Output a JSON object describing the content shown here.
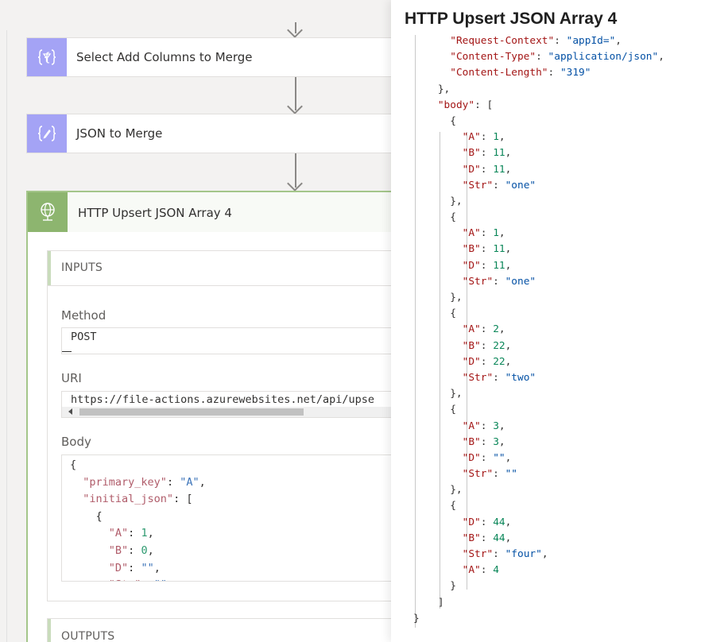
{
  "canvas": {
    "actions": [
      {
        "title": "Select Add Columns to Merge",
        "icon": "select-braces-icon"
      },
      {
        "title": "JSON to Merge",
        "icon": "compose-braces-icon"
      }
    ],
    "http_action": {
      "title": "HTTP Upsert JSON Array 4",
      "icon": "globe-icon",
      "inputs_label": "INPUTS",
      "outputs_label": "OUTPUTS",
      "method_label": "Method",
      "method_value": "POST",
      "uri_label": "URI",
      "uri_value": "https://file-actions.azurewebsites.net/api/upse",
      "body_label": "Body",
      "body_lines": [
        [
          {
            "t": "{",
            "c": "p"
          }
        ],
        [
          {
            "t": "  ",
            "c": "p"
          },
          {
            "t": "\"primary_key\"",
            "c": "ks"
          },
          {
            "t": ": ",
            "c": "p"
          },
          {
            "t": "\"A\"",
            "c": "ss"
          },
          {
            "t": ",",
            "c": "p"
          }
        ],
        [
          {
            "t": "  ",
            "c": "p"
          },
          {
            "t": "\"initial_json\"",
            "c": "ks"
          },
          {
            "t": ": [",
            "c": "p"
          }
        ],
        [
          {
            "t": "    {",
            "c": "p"
          }
        ],
        [
          {
            "t": "      ",
            "c": "p"
          },
          {
            "t": "\"A\"",
            "c": "ks"
          },
          {
            "t": ": ",
            "c": "p"
          },
          {
            "t": "1",
            "c": "ns"
          },
          {
            "t": ",",
            "c": "p"
          }
        ],
        [
          {
            "t": "      ",
            "c": "p"
          },
          {
            "t": "\"B\"",
            "c": "ks"
          },
          {
            "t": ": ",
            "c": "p"
          },
          {
            "t": "0",
            "c": "ns"
          },
          {
            "t": ",",
            "c": "p"
          }
        ],
        [
          {
            "t": "      ",
            "c": "p"
          },
          {
            "t": "\"D\"",
            "c": "ks"
          },
          {
            "t": ": ",
            "c": "p"
          },
          {
            "t": "\"\"",
            "c": "ss"
          },
          {
            "t": ",",
            "c": "p"
          }
        ],
        [
          {
            "t": "      ",
            "c": "p"
          },
          {
            "t": "\"Str\"",
            "c": "ks"
          },
          {
            "t": ": ",
            "c": "p"
          },
          {
            "t": "\"\"",
            "c": "ss"
          }
        ]
      ]
    }
  },
  "panel": {
    "title": "HTTP Upsert JSON Array 4",
    "code_lines": [
      [
        {
          "t": "      ",
          "c": "p"
        },
        {
          "t": "\"Request-Context\"",
          "c": "k"
        },
        {
          "t": ": ",
          "c": "p"
        },
        {
          "t": "\"appId=\"",
          "c": "s"
        },
        {
          "t": ",",
          "c": "p"
        }
      ],
      [
        {
          "t": "      ",
          "c": "p"
        },
        {
          "t": "\"Content-Type\"",
          "c": "k"
        },
        {
          "t": ": ",
          "c": "p"
        },
        {
          "t": "\"application/json\"",
          "c": "s"
        },
        {
          "t": ",",
          "c": "p"
        }
      ],
      [
        {
          "t": "      ",
          "c": "p"
        },
        {
          "t": "\"Content-Length\"",
          "c": "k"
        },
        {
          "t": ": ",
          "c": "p"
        },
        {
          "t": "\"319\"",
          "c": "s"
        }
      ],
      [
        {
          "t": "    },",
          "c": "p"
        }
      ],
      [
        {
          "t": "    ",
          "c": "p"
        },
        {
          "t": "\"body\"",
          "c": "k"
        },
        {
          "t": ": [",
          "c": "p"
        }
      ],
      [
        {
          "t": "      {",
          "c": "p"
        }
      ],
      [
        {
          "t": "        ",
          "c": "p"
        },
        {
          "t": "\"A\"",
          "c": "k"
        },
        {
          "t": ": ",
          "c": "p"
        },
        {
          "t": "1",
          "c": "n"
        },
        {
          "t": ",",
          "c": "p"
        }
      ],
      [
        {
          "t": "        ",
          "c": "p"
        },
        {
          "t": "\"B\"",
          "c": "k"
        },
        {
          "t": ": ",
          "c": "p"
        },
        {
          "t": "11",
          "c": "n"
        },
        {
          "t": ",",
          "c": "p"
        }
      ],
      [
        {
          "t": "        ",
          "c": "p"
        },
        {
          "t": "\"D\"",
          "c": "k"
        },
        {
          "t": ": ",
          "c": "p"
        },
        {
          "t": "11",
          "c": "n"
        },
        {
          "t": ",",
          "c": "p"
        }
      ],
      [
        {
          "t": "        ",
          "c": "p"
        },
        {
          "t": "\"Str\"",
          "c": "k"
        },
        {
          "t": ": ",
          "c": "p"
        },
        {
          "t": "\"one\"",
          "c": "s"
        }
      ],
      [
        {
          "t": "      },",
          "c": "p"
        }
      ],
      [
        {
          "t": "      {",
          "c": "p"
        }
      ],
      [
        {
          "t": "        ",
          "c": "p"
        },
        {
          "t": "\"A\"",
          "c": "k"
        },
        {
          "t": ": ",
          "c": "p"
        },
        {
          "t": "1",
          "c": "n"
        },
        {
          "t": ",",
          "c": "p"
        }
      ],
      [
        {
          "t": "        ",
          "c": "p"
        },
        {
          "t": "\"B\"",
          "c": "k"
        },
        {
          "t": ": ",
          "c": "p"
        },
        {
          "t": "11",
          "c": "n"
        },
        {
          "t": ",",
          "c": "p"
        }
      ],
      [
        {
          "t": "        ",
          "c": "p"
        },
        {
          "t": "\"D\"",
          "c": "k"
        },
        {
          "t": ": ",
          "c": "p"
        },
        {
          "t": "11",
          "c": "n"
        },
        {
          "t": ",",
          "c": "p"
        }
      ],
      [
        {
          "t": "        ",
          "c": "p"
        },
        {
          "t": "\"Str\"",
          "c": "k"
        },
        {
          "t": ": ",
          "c": "p"
        },
        {
          "t": "\"one\"",
          "c": "s"
        }
      ],
      [
        {
          "t": "      },",
          "c": "p"
        }
      ],
      [
        {
          "t": "      {",
          "c": "p"
        }
      ],
      [
        {
          "t": "        ",
          "c": "p"
        },
        {
          "t": "\"A\"",
          "c": "k"
        },
        {
          "t": ": ",
          "c": "p"
        },
        {
          "t": "2",
          "c": "n"
        },
        {
          "t": ",",
          "c": "p"
        }
      ],
      [
        {
          "t": "        ",
          "c": "p"
        },
        {
          "t": "\"B\"",
          "c": "k"
        },
        {
          "t": ": ",
          "c": "p"
        },
        {
          "t": "22",
          "c": "n"
        },
        {
          "t": ",",
          "c": "p"
        }
      ],
      [
        {
          "t": "        ",
          "c": "p"
        },
        {
          "t": "\"D\"",
          "c": "k"
        },
        {
          "t": ": ",
          "c": "p"
        },
        {
          "t": "22",
          "c": "n"
        },
        {
          "t": ",",
          "c": "p"
        }
      ],
      [
        {
          "t": "        ",
          "c": "p"
        },
        {
          "t": "\"Str\"",
          "c": "k"
        },
        {
          "t": ": ",
          "c": "p"
        },
        {
          "t": "\"two\"",
          "c": "s"
        }
      ],
      [
        {
          "t": "      },",
          "c": "p"
        }
      ],
      [
        {
          "t": "      {",
          "c": "p"
        }
      ],
      [
        {
          "t": "        ",
          "c": "p"
        },
        {
          "t": "\"A\"",
          "c": "k"
        },
        {
          "t": ": ",
          "c": "p"
        },
        {
          "t": "3",
          "c": "n"
        },
        {
          "t": ",",
          "c": "p"
        }
      ],
      [
        {
          "t": "        ",
          "c": "p"
        },
        {
          "t": "\"B\"",
          "c": "k"
        },
        {
          "t": ": ",
          "c": "p"
        },
        {
          "t": "3",
          "c": "n"
        },
        {
          "t": ",",
          "c": "p"
        }
      ],
      [
        {
          "t": "        ",
          "c": "p"
        },
        {
          "t": "\"D\"",
          "c": "k"
        },
        {
          "t": ": ",
          "c": "p"
        },
        {
          "t": "\"\"",
          "c": "s"
        },
        {
          "t": ",",
          "c": "p"
        }
      ],
      [
        {
          "t": "        ",
          "c": "p"
        },
        {
          "t": "\"Str\"",
          "c": "k"
        },
        {
          "t": ": ",
          "c": "p"
        },
        {
          "t": "\"\"",
          "c": "s"
        }
      ],
      [
        {
          "t": "      },",
          "c": "p"
        }
      ],
      [
        {
          "t": "      {",
          "c": "p"
        }
      ],
      [
        {
          "t": "        ",
          "c": "p"
        },
        {
          "t": "\"D\"",
          "c": "k"
        },
        {
          "t": ": ",
          "c": "p"
        },
        {
          "t": "44",
          "c": "n"
        },
        {
          "t": ",",
          "c": "p"
        }
      ],
      [
        {
          "t": "        ",
          "c": "p"
        },
        {
          "t": "\"B\"",
          "c": "k"
        },
        {
          "t": ": ",
          "c": "p"
        },
        {
          "t": "44",
          "c": "n"
        },
        {
          "t": ",",
          "c": "p"
        }
      ],
      [
        {
          "t": "        ",
          "c": "p"
        },
        {
          "t": "\"Str\"",
          "c": "k"
        },
        {
          "t": ": ",
          "c": "p"
        },
        {
          "t": "\"four\"",
          "c": "s"
        },
        {
          "t": ",",
          "c": "p"
        }
      ],
      [
        {
          "t": "        ",
          "c": "p"
        },
        {
          "t": "\"A\"",
          "c": "k"
        },
        {
          "t": ": ",
          "c": "p"
        },
        {
          "t": "4",
          "c": "n"
        }
      ],
      [
        {
          "t": "      }",
          "c": "p"
        }
      ],
      [
        {
          "t": "    ]",
          "c": "p"
        }
      ],
      [
        {
          "t": "}",
          "c": "p"
        }
      ]
    ]
  },
  "colors": {
    "compose_icon_bg": "#a4a3f5",
    "http_icon_bg": "#8db56f",
    "http_card_border": "#a4c68a",
    "json_key": "#a31515",
    "json_string": "#0451a5",
    "json_number": "#098658"
  }
}
